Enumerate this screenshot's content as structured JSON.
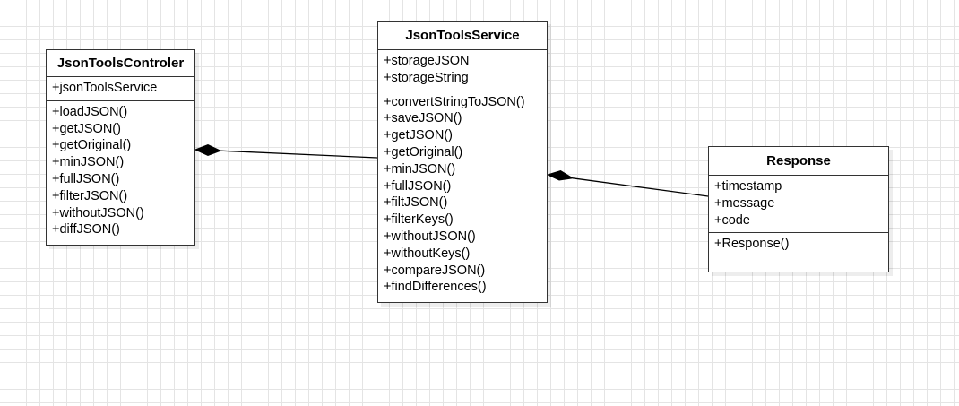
{
  "diagram": {
    "classes": {
      "controller": {
        "name": "JsonToolsControler",
        "attributes": [
          "+jsonToolsService"
        ],
        "operations": [
          "+loadJSON()",
          "+getJSON()",
          "+getOriginal()",
          "+minJSON()",
          "+fullJSON()",
          "+filterJSON()",
          "+withoutJSON()",
          "+diffJSON()"
        ]
      },
      "service": {
        "name": "JsonToolsService",
        "attributes": [
          "+storageJSON",
          "+storageString"
        ],
        "operations": [
          "+convertStringToJSON()",
          "+saveJSON()",
          "+getJSON()",
          "+getOriginal()",
          "+minJSON()",
          "+fullJSON()",
          "+filtJSON()",
          "+filterKeys()",
          "+withoutJSON()",
          "+withoutKeys()",
          "+compareJSON()",
          "+findDifferences()"
        ]
      },
      "response": {
        "name": "Response",
        "attributes": [
          "+timestamp",
          "+message",
          "+code"
        ],
        "operations": [
          "+Response()"
        ]
      }
    },
    "relations": [
      {
        "type": "composition",
        "whole": "controller",
        "part": "service"
      },
      {
        "type": "composition",
        "whole": "service",
        "part": "response"
      }
    ],
    "colors": {
      "border": "#333333",
      "grid": "#e4e4e4",
      "background": "#ffffff"
    }
  }
}
